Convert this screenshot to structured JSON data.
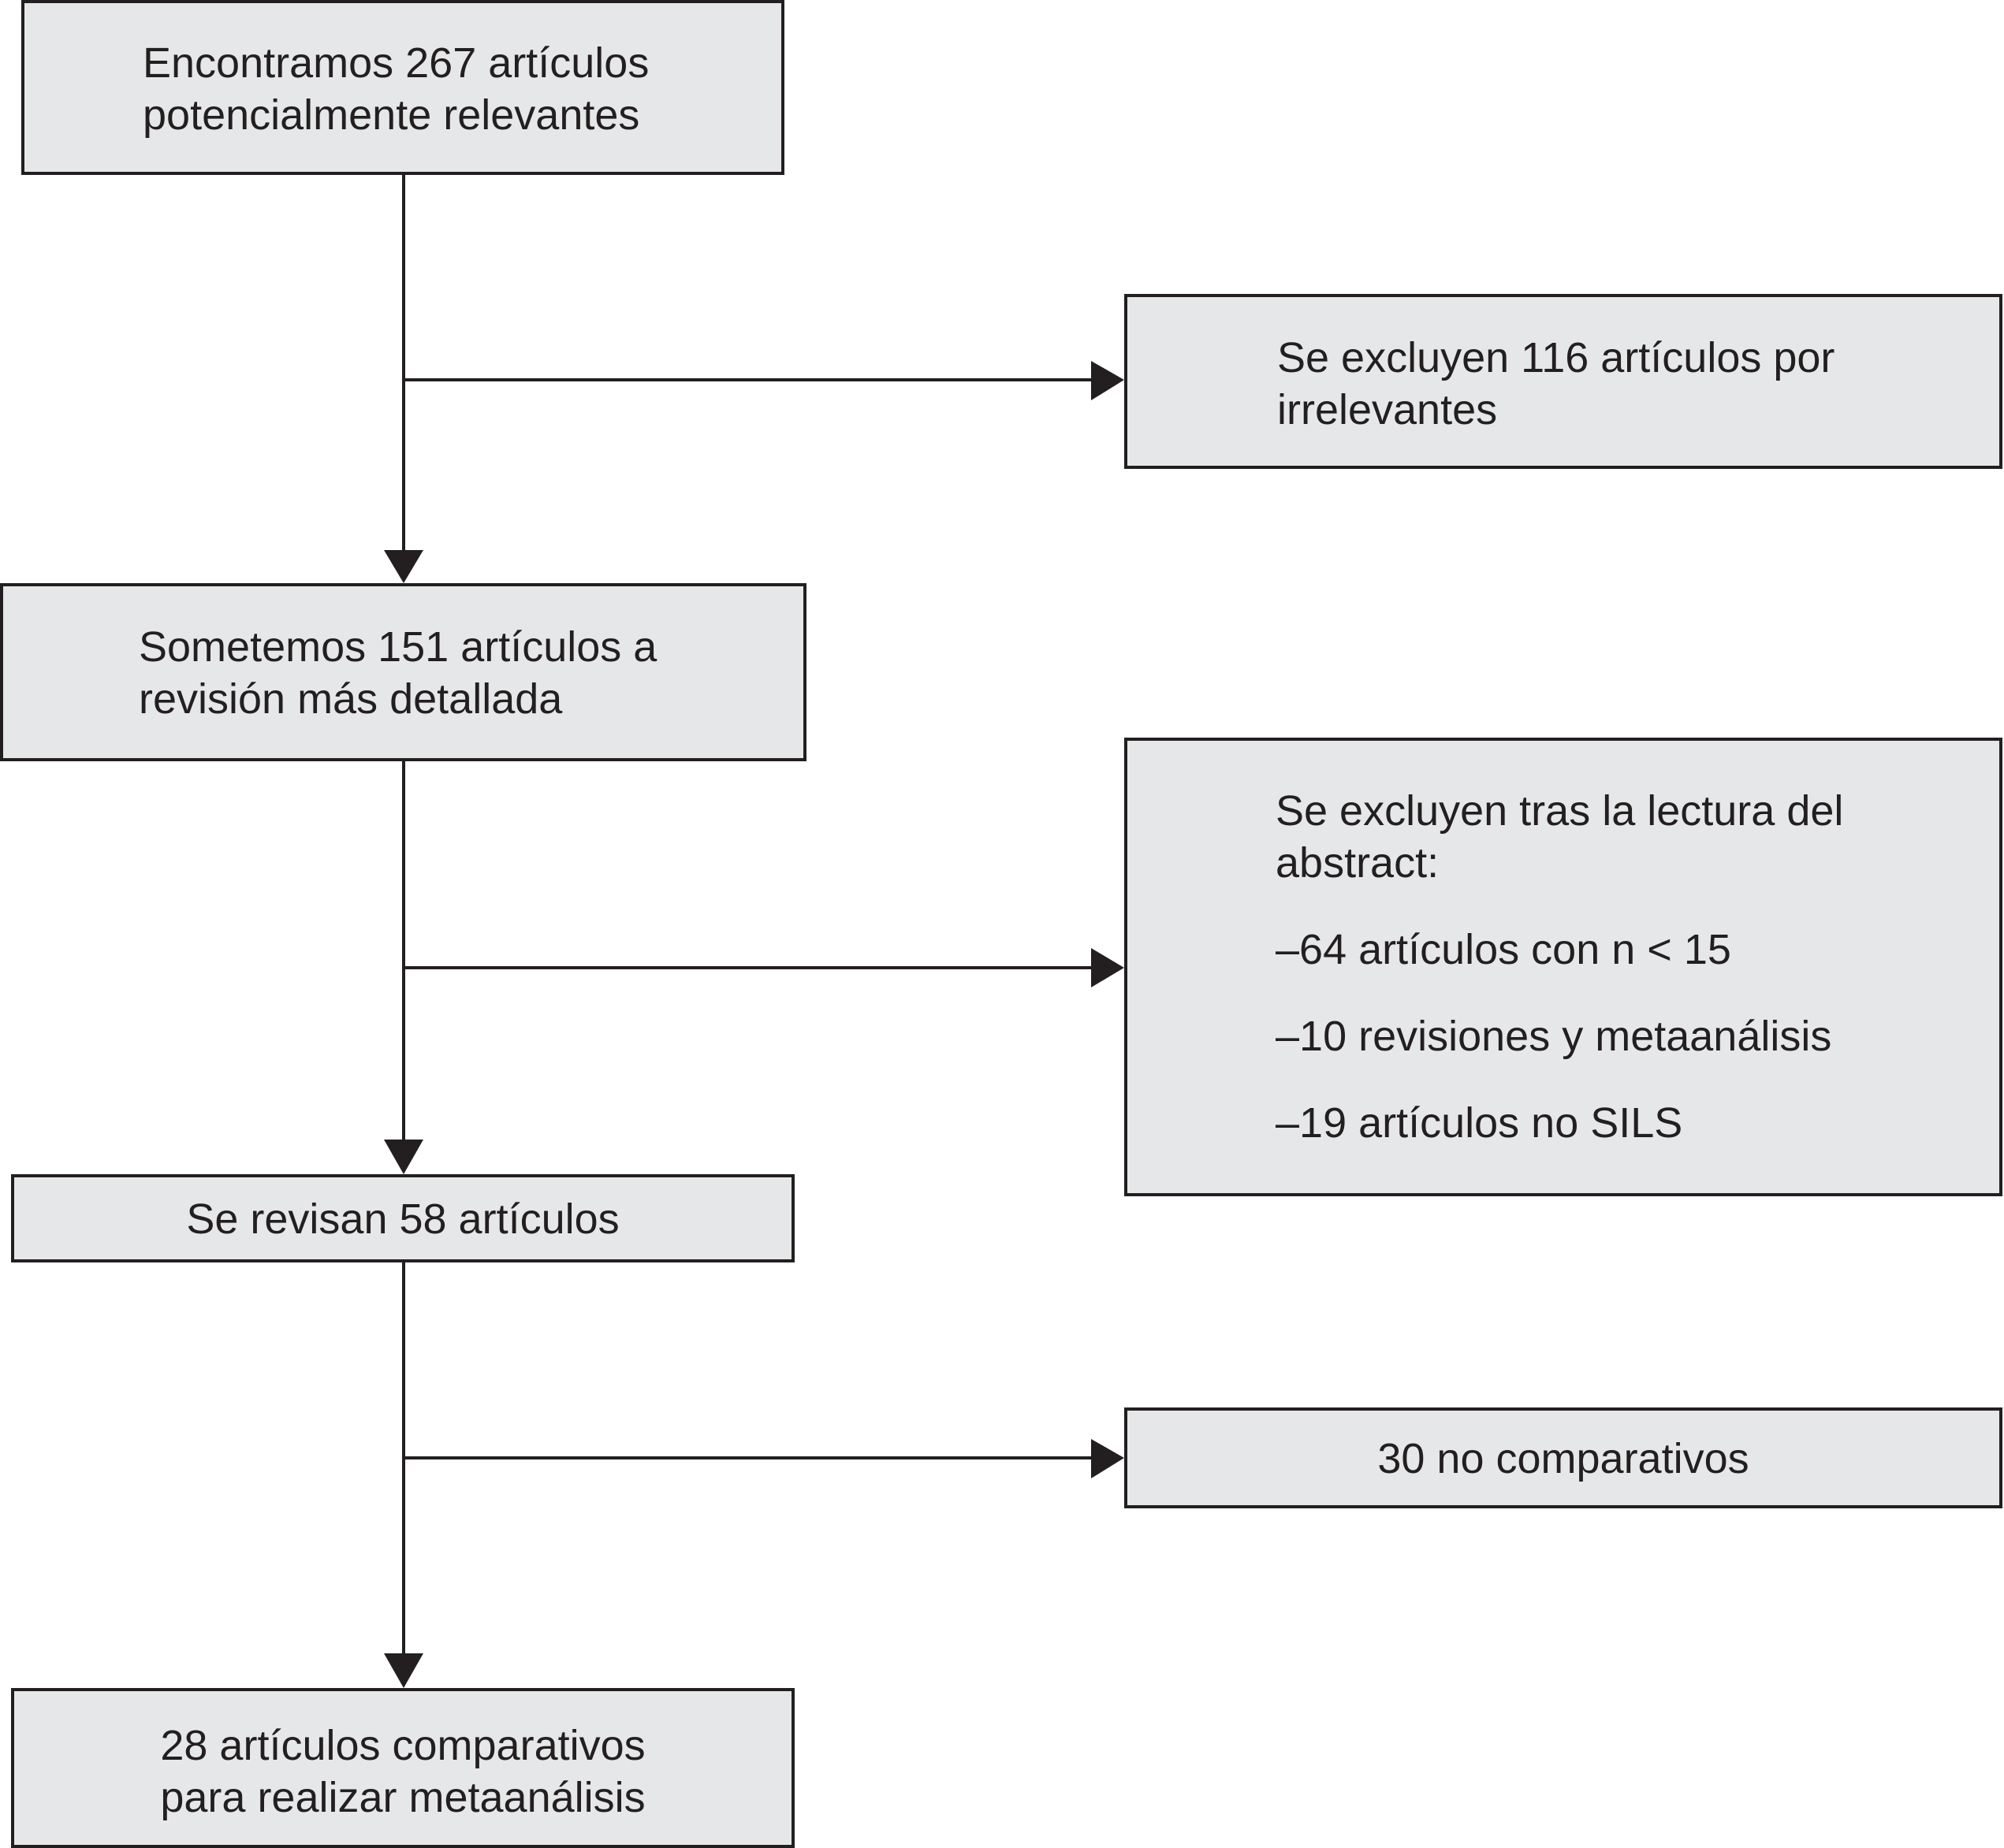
{
  "flowchart": {
    "box_found": {
      "lines": [
        "Encontramos 267 artículos",
        "potencialmente relevantes"
      ]
    },
    "box_excluded_irrelevant": {
      "lines": [
        "Se excluyen 116 artículos por",
        "irrelevantes"
      ]
    },
    "box_detailed_review": {
      "lines": [
        "Sometemos 151 artículos a",
        "revisión más detallada"
      ]
    },
    "box_excluded_abstract": {
      "heading_lines": [
        "Se excluyen tras la lectura del",
        "abstract:"
      ],
      "items": [
        "–64 artículos con n < 15",
        "–10 revisiones y metaanálisis",
        "–19 artículos no SILS"
      ]
    },
    "box_reviewed": {
      "lines": [
        "Se revisan 58 artículos"
      ]
    },
    "box_non_comparative": {
      "lines": [
        "30 no comparativos"
      ]
    },
    "box_meta_analysis": {
      "lines": [
        "28 artículos comparativos",
        "para realizar metaanálisis"
      ]
    }
  },
  "colors": {
    "box_fill": "#e6e7e8",
    "stroke": "#231f20",
    "text": "#231f20"
  }
}
